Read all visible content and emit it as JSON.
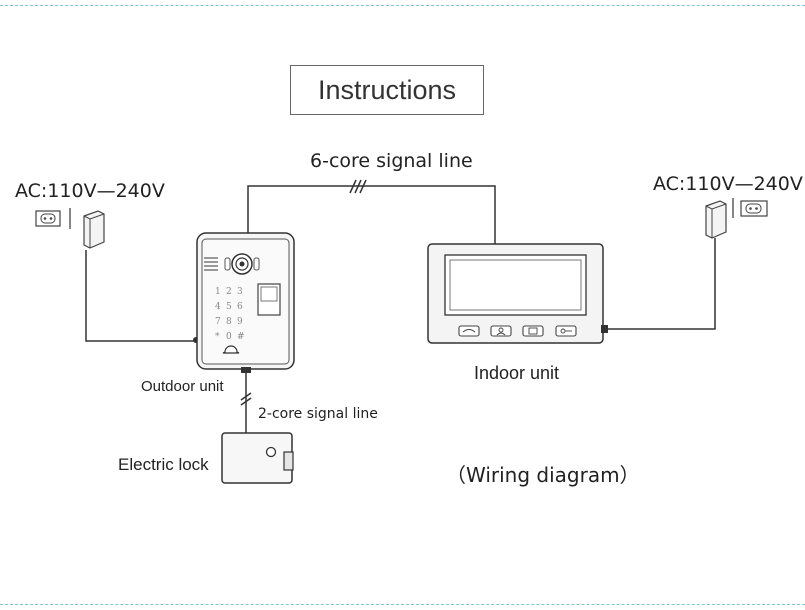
{
  "title": "Instructions",
  "labels": {
    "signal_6core": "6-core signal line",
    "ac_left": "AC:110V—240V",
    "ac_right": "AC:110V—240V",
    "outdoor_unit": "Outdoor unit",
    "indoor_unit": "Indoor unit",
    "signal_2core": "2-core signal line",
    "electric_lock": "Electric lock",
    "wiring_diagram": "（Wiring diagram）"
  },
  "keypad": [
    "1",
    "2",
    "3",
    "4",
    "5",
    "6",
    "7",
    "8",
    "9",
    "*",
    "0",
    "#"
  ],
  "icons": {
    "outlet": "power-outlet-icon",
    "adapter": "power-adapter-icon",
    "outdoor": "outdoor-unit-icon",
    "indoor": "indoor-monitor-icon",
    "lock": "electric-lock-icon"
  }
}
